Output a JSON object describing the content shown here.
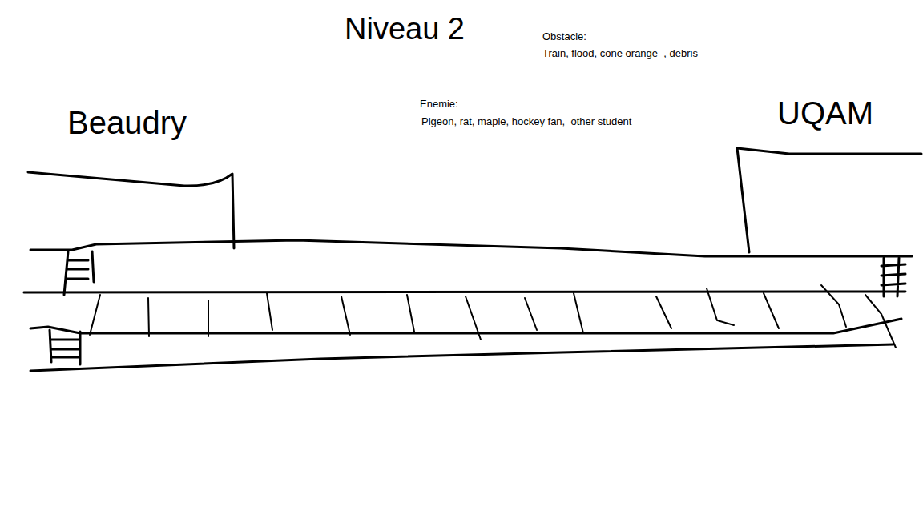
{
  "diagram": {
    "title": "Niveau 2",
    "labels": [
      "Obstacle:",
      "Train, flood, cone orange  , debris",
      "Enemie:",
      "Pigeon, rat, maple, hockey fan,  other student",
      "Beaudry",
      "UQAM"
    ]
  }
}
